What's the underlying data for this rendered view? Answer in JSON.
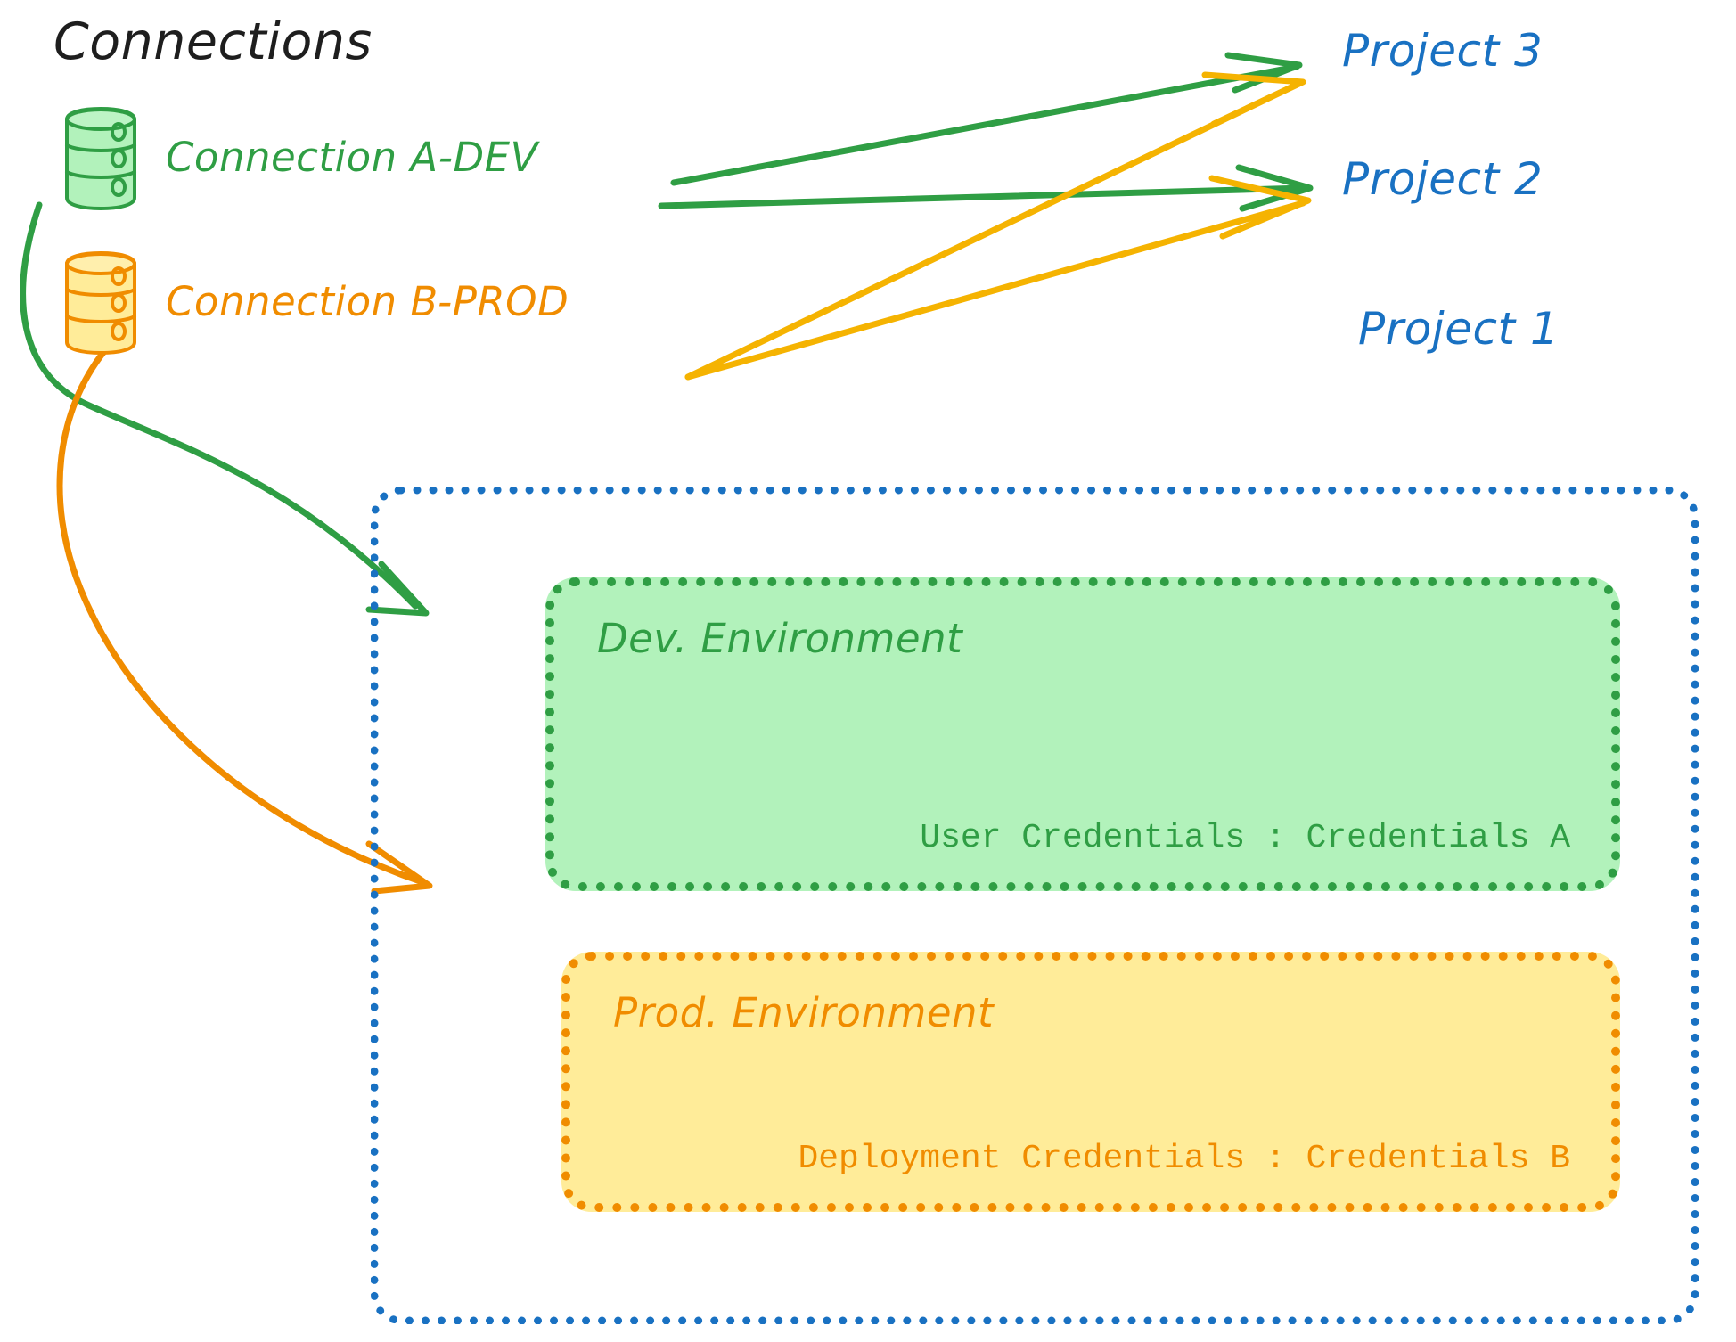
{
  "diagram": {
    "title": "Connections",
    "colors": {
      "green_stroke": "#2f9e44",
      "green_fill": "#b2f2bb",
      "orange_stroke": "#f08c00",
      "orange_arrow": "#f5b301",
      "yellow_fill": "#ffec99",
      "blue_stroke": "#1971c2",
      "text_dark": "#1e1e1e"
    }
  },
  "connections": [
    {
      "id": "a-dev",
      "label": "Connection A-DEV",
      "icon": "database-icon",
      "color": "#2f9e44"
    },
    {
      "id": "b-prod",
      "label": "Connection B-PROD",
      "icon": "database-icon",
      "color": "#f08c00"
    }
  ],
  "projects": [
    {
      "id": "project-3",
      "label": "Project 3"
    },
    {
      "id": "project-2",
      "label": "Project 2"
    },
    {
      "id": "project-1",
      "label": "Project 1"
    }
  ],
  "project1": {
    "label": "Project 1",
    "environments": [
      {
        "id": "dev",
        "title": "Dev. Environment",
        "credentials": "User Credentials : Credentials A"
      },
      {
        "id": "prod",
        "title": "Prod. Environment",
        "credentials": "Deployment Credentials : Credentials B"
      }
    ]
  },
  "edges": [
    {
      "id": "a-dev-to-project-3",
      "from": "a-dev",
      "to": "project-3",
      "color": "#2f9e44",
      "style": "straight"
    },
    {
      "id": "a-dev-to-project-2",
      "from": "a-dev",
      "to": "project-2",
      "color": "#2f9e44",
      "style": "straight"
    },
    {
      "id": "a-dev-to-dev-env",
      "from": "a-dev",
      "to": "dev",
      "color": "#2f9e44",
      "style": "curved"
    },
    {
      "id": "b-prod-to-project-3",
      "from": "b-prod",
      "to": "project-3",
      "color": "#f5b301",
      "style": "straight"
    },
    {
      "id": "b-prod-to-project-2",
      "from": "b-prod",
      "to": "project-2",
      "color": "#f5b301",
      "style": "straight"
    },
    {
      "id": "b-prod-to-prod-env",
      "from": "b-prod",
      "to": "prod",
      "color": "#f08c00",
      "style": "curved"
    }
  ]
}
